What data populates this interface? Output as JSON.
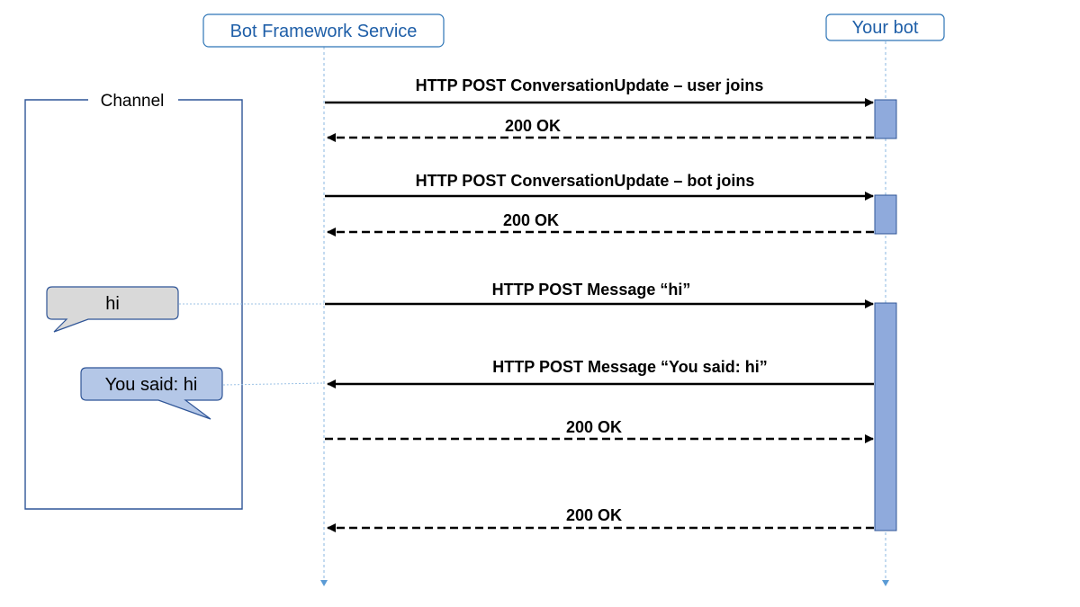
{
  "participants": {
    "service": "Bot Framework Service",
    "bot": "Your bot"
  },
  "channel": {
    "label": "Channel"
  },
  "bubbles": {
    "user_message": "hi",
    "bot_reply": "You said: hi"
  },
  "messages": [
    {
      "label": "HTTP POST ConversationUpdate – user joins",
      "direction": "to-bot",
      "style": "solid"
    },
    {
      "label": "200 OK",
      "direction": "to-service",
      "style": "dashed"
    },
    {
      "label": "HTTP POST ConversationUpdate – bot joins",
      "direction": "to-bot",
      "style": "solid"
    },
    {
      "label": "200 OK",
      "direction": "to-service",
      "style": "dashed"
    },
    {
      "label": "HTTP POST Message “hi”",
      "direction": "to-bot",
      "style": "solid"
    },
    {
      "label": "HTTP POST Message “You said: hi”",
      "direction": "to-service",
      "style": "solid"
    },
    {
      "label": "200 OK",
      "direction": "to-bot",
      "style": "dashed"
    },
    {
      "label": "200 OK",
      "direction": "to-service",
      "style": "dashed"
    }
  ],
  "colors": {
    "participant_text": "#1f5fa8",
    "participant_border": "#2e75b6",
    "lifeline": "#9dc3e6",
    "activation_fill": "#8faadc",
    "activation_border": "#2f5597",
    "user_bubble_fill": "#d9d9d9",
    "bot_bubble_fill": "#b4c7e7",
    "channel_border": "#2f5597"
  }
}
